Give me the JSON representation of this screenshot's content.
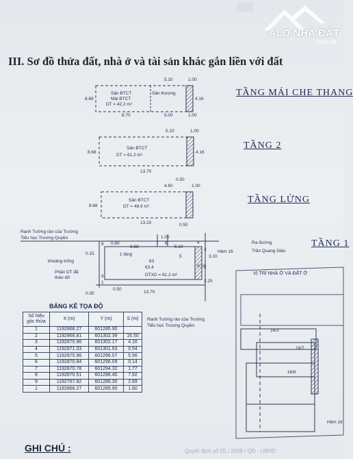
{
  "section_heading": "III. Sơ đồ thửa đất, nhà ở và tài sản khác gắn liền với đất",
  "watermark": {
    "brand": "ALO NHÀ ĐẤT",
    "domain": ".com.vn"
  },
  "floors": {
    "mai": {
      "label": "TẦNG MÁI CHE THANG",
      "room1": "Sân BTCT",
      "room2": "Mái BTCT",
      "area": "DT = 42.2 m²",
      "side": "Sân thượng",
      "dims": {
        "top": "5.10",
        "top_right": "1.00",
        "left": "8.68",
        "bottom_left": "8.70",
        "bottom_mid": "5.00",
        "bottom_right": "1.00",
        "right": "4.16"
      }
    },
    "t2": {
      "label": "TẦNG 2",
      "room": "Sân BTCT",
      "area": "DT = 61.2 m²",
      "dims": {
        "top": "5.10",
        "top_right": "1.00",
        "left": "8.68",
        "bottom": "13.70",
        "right": "4.16"
      }
    },
    "lung": {
      "label": "TẦNG LỬNG",
      "room": "Sân BTCT",
      "area": "DT = 48.9 m²",
      "dims": {
        "top_small": "0.50",
        "top": "4.60",
        "top_right": "1.00",
        "left": "8.68",
        "bottom": "13.20",
        "bottom_right": "0.50"
      }
    },
    "t1": {
      "label": "TẦNG 1"
    }
  },
  "ground": {
    "fence_label_1": "Ranh Tường rào của Trường",
    "fence_label_2": "Tiểu học Trương Quyền",
    "gap_label": "khoảng trống",
    "removed_label_1": "Phần DT đã",
    "removed_label_2": "tháo dỡ",
    "alley": "Hẻm 16",
    "road_label_1": "Ra đường",
    "road_label_2": "Trần Quang Diệu",
    "dxd": "DTXD = 61.2 m²",
    "floor_text": "1 tầng",
    "area_63": "63",
    "area_634": "63.4",
    "dims": {
      "d060": "0.60",
      "d868": "8.68",
      "d510": "5.10",
      "d100": "1.00",
      "d1370": "13.70",
      "d225": "2.25",
      "d050": "0.50",
      "d030": "0.30",
      "d015": "0.15",
      "d310": "3.10",
      "d416": "4.16"
    },
    "points": [
      "1",
      "2",
      "3",
      "4",
      "5",
      "6",
      "7",
      "8",
      "9",
      "1"
    ]
  },
  "location_map": {
    "title": "VỊ TRÍ NHÀ Ở VÀ ĐẤT Ở",
    "fence_label_1": "Ranh Tường rào của Trường",
    "fence_label_2": "Tiểu học Trương Quyền",
    "lots": [
      "16/3",
      "16/7",
      "16/6"
    ],
    "road": "Hẻm 16"
  },
  "coord_table": {
    "title": "BẢNG KÊ TỌA ĐỘ",
    "headers": [
      "Số hiệu góc thửa",
      "X (m)",
      "Y (m)",
      "S (m)"
    ],
    "rows": [
      [
        "1",
        "1192866.27",
        "601285.90",
        ""
      ],
      [
        "2",
        "1192866.81",
        "601302.39",
        "16.50"
      ],
      [
        "3",
        "1192870.96",
        "601302.17",
        "4.16"
      ],
      [
        "4",
        "1192871.03",
        "601301.63",
        "0.54"
      ],
      [
        "5",
        "1192870.96",
        "601296.07",
        "5.56"
      ],
      [
        "6",
        "1192870.84",
        "601296.09",
        "0.14"
      ],
      [
        "7",
        "1192870.78",
        "601294.32",
        "1.77"
      ],
      [
        "8",
        "1192870.51",
        "601286.40",
        "7.92"
      ],
      [
        "9",
        "1192767.82",
        "601286.30",
        "2.69"
      ],
      [
        "1",
        "1192866.27",
        "601285.90",
        "1.60"
      ]
    ]
  },
  "note_heading": "GHI CHÚ :",
  "note_fragment": "Quyết định số 05 / 2008 / QĐ - UBND"
}
